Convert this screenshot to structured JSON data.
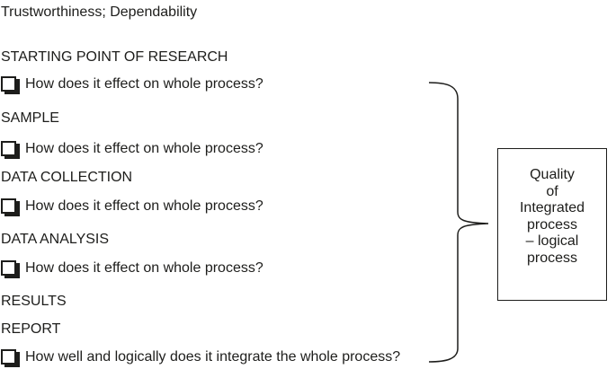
{
  "page": {
    "background_color": "#ffffff",
    "text_color": "#1d1d1b"
  },
  "title": "Trustworthiness; Dependability",
  "rows": [
    {
      "type": "header",
      "label": "STARTING POINT OF RESEARCH"
    },
    {
      "type": "question",
      "label": "How does it effect on whole process?"
    },
    {
      "type": "header",
      "label": "SAMPLE"
    },
    {
      "type": "question",
      "label": "How does it effect on whole process?"
    },
    {
      "type": "header",
      "label": "DATA COLLECTION"
    },
    {
      "type": "question",
      "label": "How does it effect on whole process?"
    },
    {
      "type": "header",
      "label": "DATA ANALYSIS"
    },
    {
      "type": "question",
      "label": "How does it effect on whole process?"
    },
    {
      "type": "header",
      "label": "RESULTS"
    },
    {
      "type": "header",
      "label": "REPORT"
    },
    {
      "type": "question",
      "label": "How well and logically does it integrate the whole process?"
    }
  ],
  "callout": {
    "text": "Quality\nof\nIntegrated\nprocess\n– logical\nprocess"
  },
  "icons": {
    "checkbox": "shadowed-ballot-box-icon",
    "brace": "right-curly-brace"
  }
}
